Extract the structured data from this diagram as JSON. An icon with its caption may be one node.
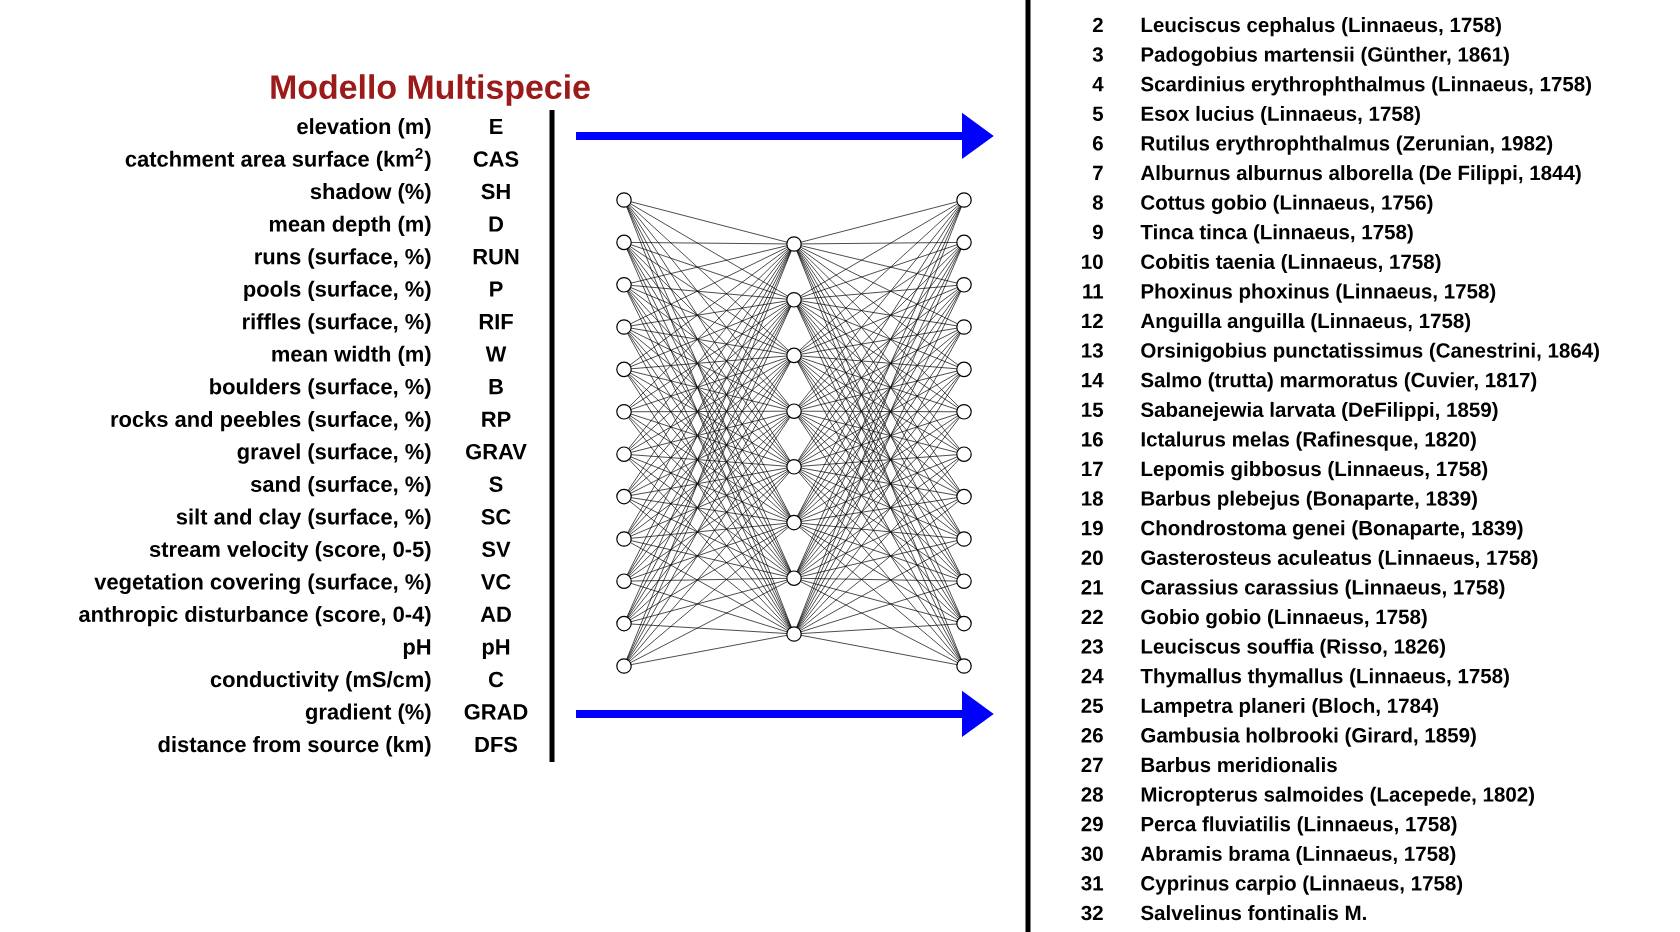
{
  "diagram": {
    "title": "Modello Multispecie",
    "labels": [
      "elevation (m)",
      "E",
      "catchment area surface (km$^{2}$)",
      "CAS",
      "shadow (%)",
      "SH",
      "mean depth (m)",
      "D",
      "runs (surface, %)",
      "RUN",
      "pools (surface, %)",
      "P",
      "riffles (surface, %)",
      "RIF",
      "mean width (m)",
      "W",
      "boulders (surface, %)",
      "B",
      "rocks and peebles (surface, %)",
      "RP",
      "gravel (surface, %)",
      "GRAV",
      "sand (surface, %)",
      "S",
      "silt and clay (surface, %)",
      "SC",
      "stream velocity (score, 0-5)",
      "SV",
      "vegetation covering (surface, %)",
      "VC",
      "anthropic disturbance (score, 0-4)",
      "AD",
      "pH",
      "pH",
      "conductivity (mS/cm)",
      "C",
      "gradient (%)",
      "GRAD",
      "distance from source (km)",
      "DFS",
      "2",
      "Leuciscus cephalus (Linnaeus, 1758)",
      "3",
      "Padogobius martensii (Günther, 1861)",
      "4",
      "Scardinius erythrophthalmus (Linnaeus, 1758)",
      "5",
      "Esox lucius (Linnaeus, 1758)",
      "6",
      "Rutilus erythrophthalmus (Zerunian, 1982)",
      "7",
      "Alburnus alburnus alborella (De Filippi, 1844)",
      "8",
      "Cottus gobio (Linnaeus, 1756)",
      "9",
      "Tinca tinca (Linnaeus, 1758)",
      "10",
      "Cobitis taenia (Linnaeus, 1758)",
      "11",
      "Phoxinus phoxinus (Linnaeus, 1758)",
      "12",
      "Anguilla anguilla (Linnaeus, 1758)",
      "13",
      "Orsinigobius punctatissimus (Canestrini, 1864)",
      "14",
      "Salmo (trutta) marmoratus (Cuvier, 1817)",
      "15",
      "Sabanejewia larvata (DeFilippi, 1859)",
      "16",
      "Ictalurus melas (Rafinesque, 1820)",
      "17",
      "Lepomis gibbosus (Linnaeus, 1758)",
      "18",
      "Barbus plebejus (Bonaparte, 1839)",
      "19",
      "Chondrostoma genei (Bonaparte, 1839)",
      "20",
      "Gasterosteus aculeatus (Linnaeus, 1758)",
      "21",
      "Carassius carassius (Linnaeus, 1758)",
      "22",
      "Gobio gobio (Linnaeus, 1758)",
      "23",
      "Leuciscus souffia (Risso, 1826)",
      "24",
      "Thymallus thymallus (Linnaeus, 1758)",
      "25",
      "Lampetra planeri (Bloch, 1784)",
      "26",
      "Gambusia holbrooki (Girard, 1859)",
      "27",
      "Barbus meridionalis",
      "28",
      "Micropterus salmoides (Lacepede, 1802)",
      "29",
      "Perca fluviatilis (Linnaeus, 1758)",
      "30",
      "Abramis brama (Linnaeus, 1758)",
      "31",
      "Cyprinus carpio (Linnaeus, 1758)",
      "32",
      "Salvelinus fontinalis M."
    ]
  }
}
